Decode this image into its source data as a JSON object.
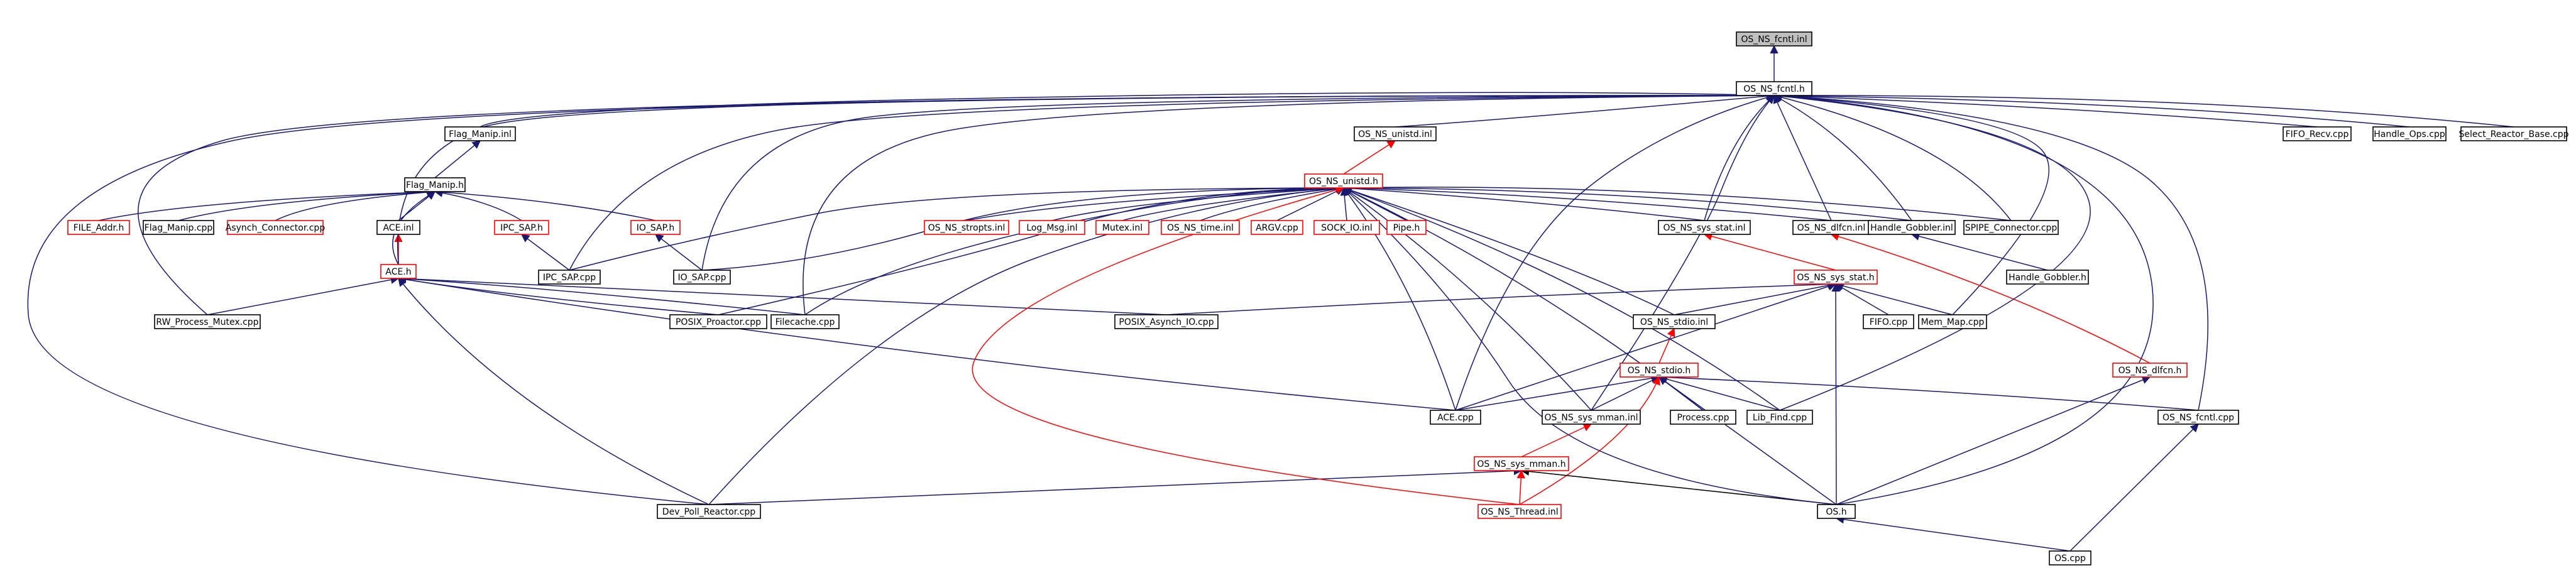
{
  "colors": {
    "edge": "#191970",
    "edge_red": "#ff0000",
    "edge_black": "#000000",
    "box_red": "#ff0000",
    "root_fill": "#bfbfbf"
  },
  "nodes": [
    {
      "id": "fcntl_inl",
      "label": "OS_NS_fcntl.inl",
      "red": false,
      "root": true
    },
    {
      "id": "fcntl_h",
      "label": "OS_NS_fcntl.h",
      "red": false
    },
    {
      "id": "flag_manip_inl",
      "label": "Flag_Manip.inl",
      "red": false
    },
    {
      "id": "unistd_inl",
      "label": "OS_NS_unistd.inl",
      "red": false
    },
    {
      "id": "fifo_recv",
      "label": "FIFO_Recv.cpp",
      "red": false
    },
    {
      "id": "handle_ops",
      "label": "Handle_Ops.cpp",
      "red": false
    },
    {
      "id": "select_reactor",
      "label": "Select_Reactor_Base.cpp",
      "red": false
    },
    {
      "id": "flag_manip_h",
      "label": "Flag_Manip.h",
      "red": false
    },
    {
      "id": "unistd_h",
      "label": "OS_NS_unistd.h",
      "red": true
    },
    {
      "id": "file_addr",
      "label": "FILE_Addr.h",
      "red": true
    },
    {
      "id": "flag_manip_cpp",
      "label": "Flag_Manip.cpp",
      "red": false
    },
    {
      "id": "asynch_connector",
      "label": "Asynch_Connector.cpp",
      "red": true
    },
    {
      "id": "ace_inl",
      "label": "ACE.inl",
      "red": false
    },
    {
      "id": "ipc_sap_h",
      "label": "IPC_SAP.h",
      "red": true
    },
    {
      "id": "io_sap_h",
      "label": "IO_SAP.h",
      "red": true
    },
    {
      "id": "stropts",
      "label": "OS_NS_stropts.inl",
      "red": true
    },
    {
      "id": "log_msg",
      "label": "Log_Msg.inl",
      "red": true
    },
    {
      "id": "mutex",
      "label": "Mutex.inl",
      "red": true
    },
    {
      "id": "time_inl",
      "label": "OS_NS_time.inl",
      "red": true
    },
    {
      "id": "argv",
      "label": "ARGV.cpp",
      "red": true
    },
    {
      "id": "sock_io",
      "label": "SOCK_IO.inl",
      "red": true
    },
    {
      "id": "pipe_h",
      "label": "Pipe.h",
      "red": true
    },
    {
      "id": "sys_stat_inl",
      "label": "OS_NS_sys_stat.inl",
      "red": false
    },
    {
      "id": "dlfcn_inl",
      "label": "OS_NS_dlfcn.inl",
      "red": false
    },
    {
      "id": "handle_gobbler_inl",
      "label": "Handle_Gobbler.inl",
      "red": false
    },
    {
      "id": "spipe_connector",
      "label": "SPIPE_Connector.cpp",
      "red": false
    },
    {
      "id": "handle_gobbler_h",
      "label": "Handle_Gobbler.h",
      "red": false
    },
    {
      "id": "ace_h",
      "label": "ACE.h",
      "red": true
    },
    {
      "id": "ipc_sap_cpp",
      "label": "IPC_SAP.cpp",
      "red": false
    },
    {
      "id": "io_sap_cpp",
      "label": "IO_SAP.cpp",
      "red": false
    },
    {
      "id": "sys_stat_h",
      "label": "OS_NS_sys_stat.h",
      "red": true
    },
    {
      "id": "rw_process_mutex",
      "label": "RW_Process_Mutex.cpp",
      "red": false
    },
    {
      "id": "posix_proactor",
      "label": "POSIX_Proactor.cpp",
      "red": false
    },
    {
      "id": "filecache",
      "label": "Filecache.cpp",
      "red": false
    },
    {
      "id": "posix_asynch_io",
      "label": "POSIX_Asynch_IO.cpp",
      "red": false
    },
    {
      "id": "stdio_inl",
      "label": "OS_NS_stdio.inl",
      "red": false
    },
    {
      "id": "fifo_cpp",
      "label": "FIFO.cpp",
      "red": false
    },
    {
      "id": "mem_map",
      "label": "Mem_Map.cpp",
      "red": false
    },
    {
      "id": "dlfcn_h",
      "label": "OS_NS_dlfcn.h",
      "red": true
    },
    {
      "id": "stdio_h",
      "label": "OS_NS_stdio.h",
      "red": true
    },
    {
      "id": "ace_cpp",
      "label": "ACE.cpp",
      "red": false
    },
    {
      "id": "sys_mman_inl",
      "label": "OS_NS_sys_mman.inl",
      "red": false
    },
    {
      "id": "process_cpp",
      "label": "Process.cpp",
      "red": false
    },
    {
      "id": "lib_find",
      "label": "Lib_Find.cpp",
      "red": false
    },
    {
      "id": "fcntl_cpp",
      "label": "OS_NS_fcntl.cpp",
      "red": false
    },
    {
      "id": "sys_mman_h",
      "label": "OS_NS_sys_mman.h",
      "red": true
    },
    {
      "id": "dev_poll_reactor",
      "label": "Dev_Poll_Reactor.cpp",
      "red": false
    },
    {
      "id": "thread_inl",
      "label": "OS_NS_Thread.inl",
      "red": true
    },
    {
      "id": "os_h",
      "label": "OS.h",
      "red": false
    },
    {
      "id": "os_cpp",
      "label": "OS.cpp",
      "red": false
    }
  ]
}
